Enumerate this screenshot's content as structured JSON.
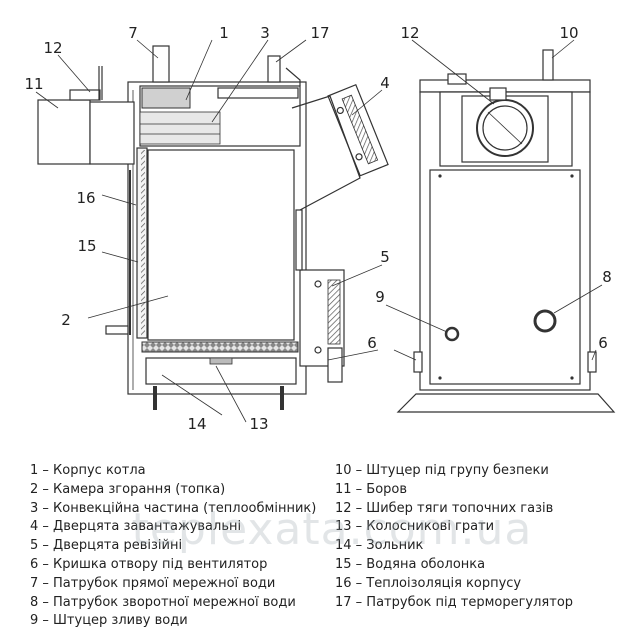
{
  "callouts": {
    "c1": "1",
    "c2": "2",
    "c3": "3",
    "c4": "4",
    "c5": "5",
    "c6": "6",
    "c7": "7",
    "c8": "8",
    "c9": "9",
    "c10": "10",
    "c11": "11",
    "c12": "12",
    "c13": "13",
    "c14": "14",
    "c15": "15",
    "c16": "16",
    "c17": "17"
  },
  "legend": {
    "left": [
      "1 – Корпус котла",
      "2 – Камера згорання (топка)",
      "3 – Конвекційна частина (теплообмінник)",
      "4 – Дверцята завантажувальні",
      "5 – Дверцята ревізійні",
      "6 – Кришка отвору під вентилятор",
      "7 – Патрубок прямої мережної води",
      "8 – Патрубок зворотної мережної води",
      "9 – Штуцер зливу води"
    ],
    "right": [
      "10 – Штуцер під групу безпеки",
      "11 – Боров",
      "12 – Шибер тяги топочних газів",
      "13 – Колосникові грати",
      "14 – Зольник",
      "15 – Водяна оболонка",
      "16 – Теплоізоляція корпусу",
      "17 – Патрубок під терморегулятор"
    ]
  },
  "watermark": "teplexata.com.ua"
}
